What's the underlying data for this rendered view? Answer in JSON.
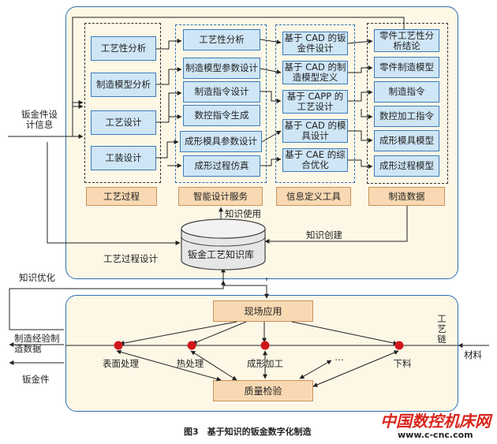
{
  "top": {
    "c1": [
      "工艺性分析",
      "制造模型分析",
      "工艺设计",
      "工装设计"
    ],
    "c2": [
      "工艺性分析",
      "制造模型参数设计",
      "制造指令设计",
      "数控指令生成",
      "成形模具参数设计",
      "成形过程仿真"
    ],
    "c3": [
      "基于 CAD 的钣金件设计",
      "基于 CAD 的制造模型定义",
      "基于 CAPP 的工艺设计",
      "基于 CAD 的模具设计",
      "基于 CAE 的综合优化"
    ],
    "c4": [
      "零件工艺性分析结论",
      "零件制造模型",
      "制造指令",
      "数控加工指令",
      "成形模具模型",
      "成形过程模型"
    ],
    "categories": [
      "工艺过程",
      "智能设计服务",
      "信息定义工具",
      "制造数据"
    ],
    "db": "钣金工艺知识库",
    "label_design": "工艺过程设计",
    "label_use": "知识使用",
    "label_create": "知识创建"
  },
  "left": {
    "sheet_info": "钣金件设计信息",
    "optimize": "知识优化",
    "experience": "制造经验制造数据",
    "part": "钣金件"
  },
  "bottom": {
    "field": "现场应用",
    "quality": "质量检验",
    "chain": "工艺链",
    "material": "材料",
    "nodes": [
      "表面处理",
      "热处理",
      "成形加工",
      "…",
      "下料"
    ]
  },
  "caption": "图3　基于知识的钣金数字化制造",
  "logo": {
    "brand": "中国数控机床网",
    "url": "www.c-cnc.com"
  },
  "colors": {
    "frame": "#2f6fb4",
    "box_fill": "#cfe6f6",
    "category_fill": "#f8d9b3",
    "node": "#d0161b",
    "panel": "#fdf7e6"
  }
}
